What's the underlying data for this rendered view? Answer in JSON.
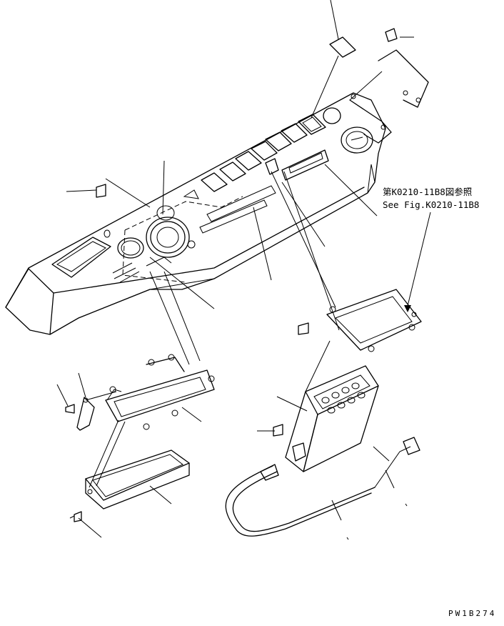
{
  "reference": {
    "line_jp": "第K0210-11B8図参照",
    "line_en": "See Fig.K0210-11B8"
  },
  "drawing_number": "PW1B274"
}
